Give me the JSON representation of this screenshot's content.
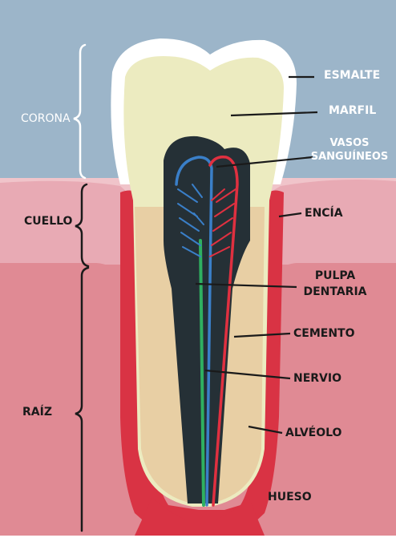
{
  "regions": {
    "corona": "CORONA",
    "cuello": "CUELLO",
    "raiz": "RAÍZ"
  },
  "labels": {
    "esmalte": "ESMALTE",
    "marfil": "MARFIL",
    "vasos_line1": "VASOS",
    "vasos_line2": "SANGUÍNEOS",
    "encia": "ENCÍA",
    "pulpa_line1": "PULPA",
    "pulpa_line2": "DENTARIA",
    "cemento": "CEMENTO",
    "nervio": "NERVIO",
    "alveolo": "ALVÉOLO",
    "hueso": "HUESO"
  },
  "colors": {
    "sky": "#9cb5c9",
    "gum": "#e8aab4",
    "gum_edge": "#f0c4ca",
    "bone": "#e08a94",
    "alveolo": "#d93344",
    "enamel": "#ffffff",
    "dentin": "#ecebc0",
    "root_dentin": "#e8cfa4",
    "pulp": "#253036",
    "artery": "#e03040",
    "vein": "#3a7fc8",
    "nerve": "#2fb060"
  }
}
